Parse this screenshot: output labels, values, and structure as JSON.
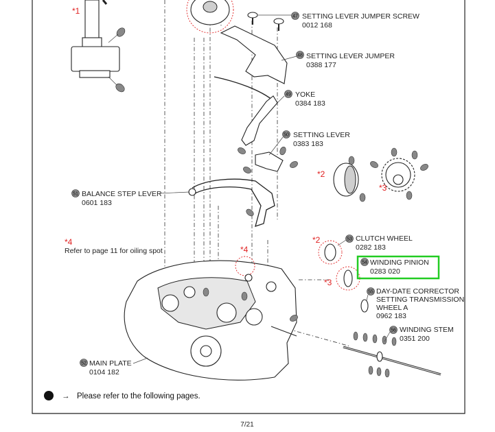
{
  "parts": [
    {
      "no": "47",
      "name": "SETTING LEVER JUMPER SCREW",
      "code": "0012 168"
    },
    {
      "no": "48",
      "name": "SETTING LEVER JUMPER",
      "code": "0388 177"
    },
    {
      "no": "49",
      "name": "YOKE",
      "code": "0384 183"
    },
    {
      "no": "50",
      "name": "SETTING LEVER",
      "code": "0383 183"
    },
    {
      "no": "51",
      "name": "BALANCE STEP LEVER",
      "code": "0601 183"
    },
    {
      "no": "53",
      "name": "CLUTCH WHEEL",
      "code": "0282 183"
    },
    {
      "no": "54",
      "name": "WINDING PINION",
      "code": "0283 020"
    },
    {
      "no": "55",
      "name": "DAY-DATE CORRECTOR",
      "name2": "SETTING TRANSMISSION",
      "name3": "WHEEL A",
      "code": "0962 183"
    },
    {
      "no": "56",
      "name": "WINDING STEM",
      "code": "0351 200"
    },
    {
      "no": "52",
      "name": "MAIN PLATE",
      "code": "0104 182"
    }
  ],
  "stars": {
    "s1": "*1",
    "s2a": "*2",
    "s3a": "*3",
    "s4a": "*4",
    "s4b": "*4",
    "s2b": "*2",
    "s3b": "*3"
  },
  "note": {
    "title": "*4",
    "text": "Refer to page 11 for oiling spot"
  },
  "legend": {
    "arrow": "→",
    "text": "Please refer to the following pages."
  },
  "page": "7/21",
  "highlight_color": "#22cc22",
  "star_color": "#e02020"
}
